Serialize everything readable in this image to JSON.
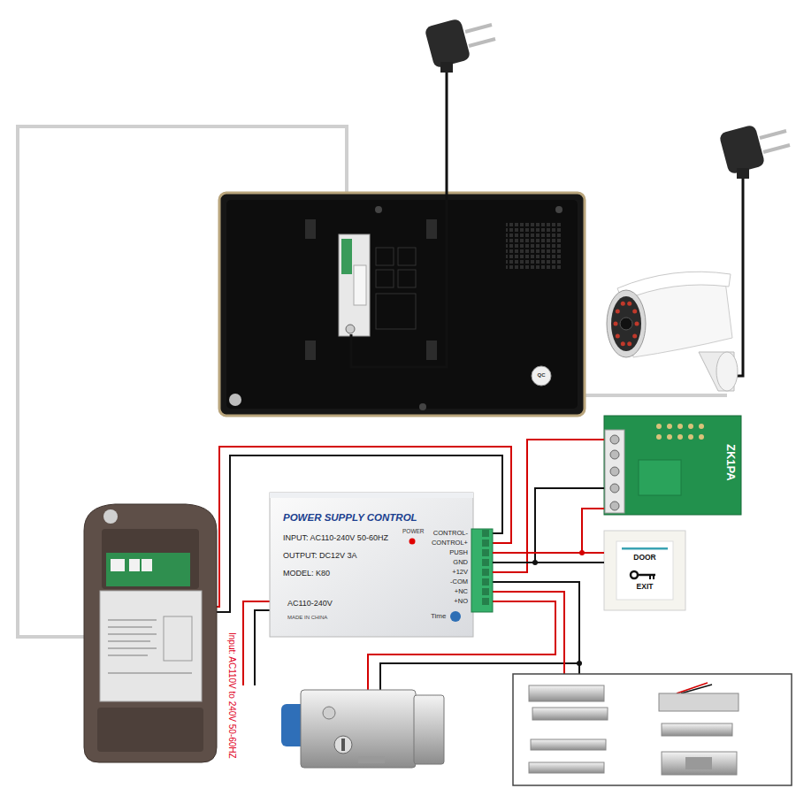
{
  "diagram": {
    "nodes": [
      {
        "text": [
          "ZK1PA"
        ]
      },
      {
        "text": [
          "POWER SUPPLY CONTROL",
          "INPUT: AC110-240V 50-60HZ",
          "OUTPUT: DC12V 3A",
          "MODEL: K80",
          "POWER",
          "CONTROL-",
          "CONTROL+",
          "PUSH",
          "GND",
          "+12V",
          "-COM",
          "+NC",
          "+NO",
          "AC110-240V",
          "MADE IN CHINA",
          "Time"
        ]
      },
      {
        "text": [
          "DOOR",
          "EXIT"
        ]
      }
    ],
    "edges": [
      {
        "from": 0,
        "to": 1,
        "arrow": "none"
      },
      {
        "from": 0,
        "to": 1,
        "arrow": "none"
      },
      {
        "from": 0,
        "to": 1,
        "arrow": "none"
      },
      {
        "from": 2,
        "to": 1,
        "arrow": "none"
      },
      {
        "from": 2,
        "to": 1,
        "arrow": "none"
      }
    ],
    "labels": [
      "Input: AC110V to 240V 50-60HZ",
      "QC"
    ]
  }
}
